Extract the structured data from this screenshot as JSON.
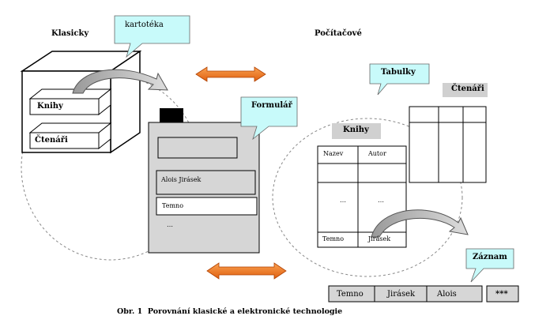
{
  "left": {
    "heading": "Klasicky",
    "callout": "kartotéka",
    "drawer_books": "Knihy",
    "drawer_readers": "Čtenáři"
  },
  "form": {
    "callout": "Formulář",
    "field_author": "Alois Jirásek",
    "field_title": "Temno",
    "ellipsis": "…"
  },
  "right": {
    "heading": "Počítačové",
    "callout_tables": "Tabulky",
    "readers_title": "Čtenáři",
    "books_title": "Knihy",
    "col_name": "Nazev",
    "col_author": "Autor",
    "ellipsis1": "…",
    "ellipsis2": "…",
    "row_title": "Temno",
    "row_author": "Jirásek"
  },
  "record": {
    "callout": "Záznam",
    "cells": [
      "Temno",
      "Jirásek",
      "Alois",
      "***"
    ]
  },
  "caption": "Obr. 1  Porovnání klasické a elektronické technologie",
  "colors": {
    "callout_fill": "#c8fafa",
    "gray_box": "#d0d0d0",
    "arrow_orange": "#f07820",
    "dashed": "#888888"
  }
}
